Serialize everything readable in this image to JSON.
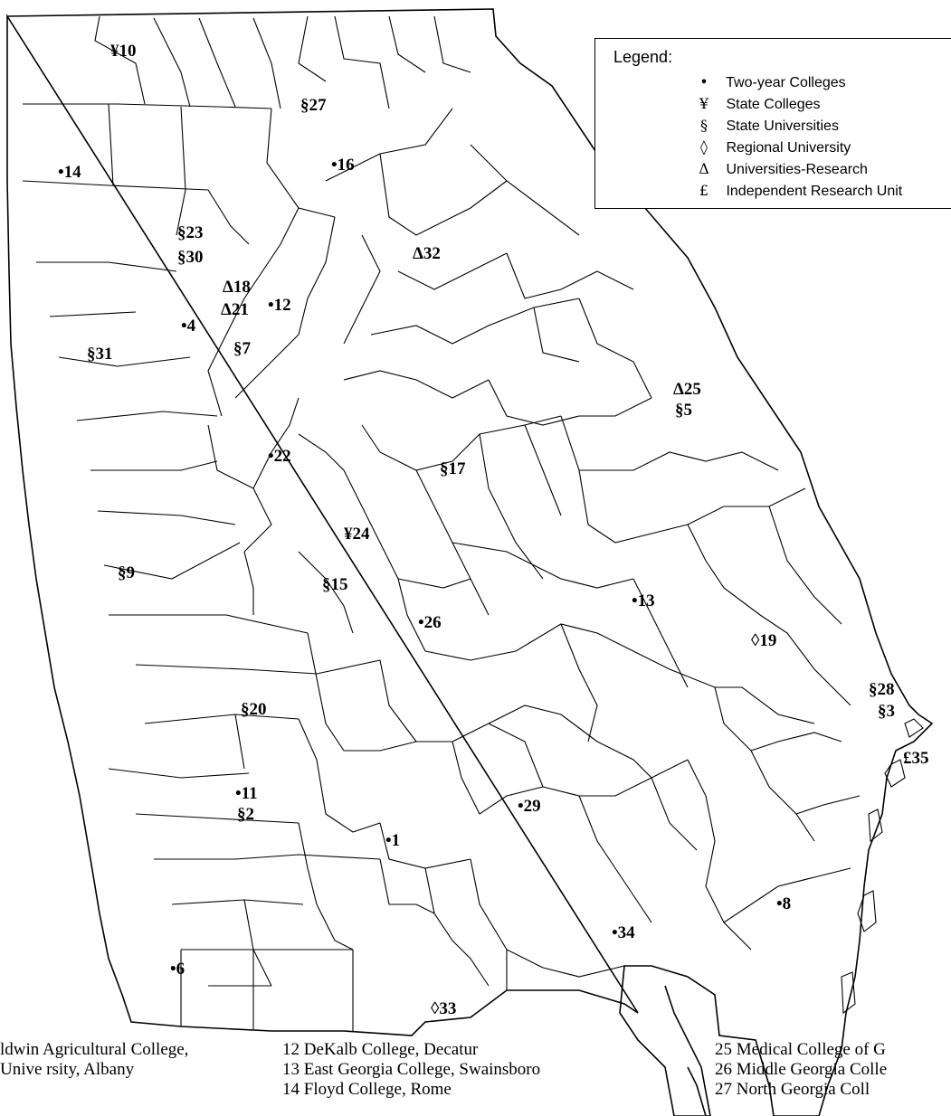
{
  "legend": {
    "title": "Legend:",
    "items": [
      {
        "symbol": "•",
        "label": "Two-year Colleges"
      },
      {
        "symbol": "¥",
        "label": "State Colleges"
      },
      {
        "symbol": "§",
        "label": "State Universities"
      },
      {
        "symbol": "◊",
        "label": "Regional University"
      },
      {
        "symbol": "Δ",
        "label": "Universities-Research"
      },
      {
        "symbol": "£",
        "label": "Independent Research Unit"
      }
    ]
  },
  "labels": {
    "l10": "¥10",
    "l27": "§27",
    "l16": "•16",
    "l14": "•14",
    "l23": "§23",
    "l30": "§30",
    "l32": "Δ32",
    "l18": "Δ18",
    "l21": "Δ21",
    "l12": "•12",
    "l4": "•4",
    "l31": "§31",
    "l7": "§7",
    "l25": "Δ25",
    "l5": "§5",
    "l22": "•22",
    "l17": "§17",
    "l24": "¥24",
    "l9": "§9",
    "l15": "§15",
    "l26": "•26",
    "l13": "•13",
    "l19": "◊19",
    "l28": "§28",
    "l3": "§3",
    "l35": "£35",
    "l20": "§20",
    "l11": "•11",
    "l2": "§2",
    "l29": "•29",
    "l1": "•1",
    "l8": "•8",
    "l34": "•34",
    "l6": "•6",
    "l33": "◊33"
  },
  "footer": {
    "col1": [
      "ldwin Agricultural College,",
      "",
      "Unive rsity, Albany"
    ],
    "col2": [
      "12  DeKalb College, Decatur",
      "13  East Georgia College, Swainsboro",
      "14  Floyd College, Rome"
    ],
    "col3": [
      "25  Medical College of G",
      "26  Middle Georgia Colle",
      "27  North Georgia Coll"
    ]
  }
}
